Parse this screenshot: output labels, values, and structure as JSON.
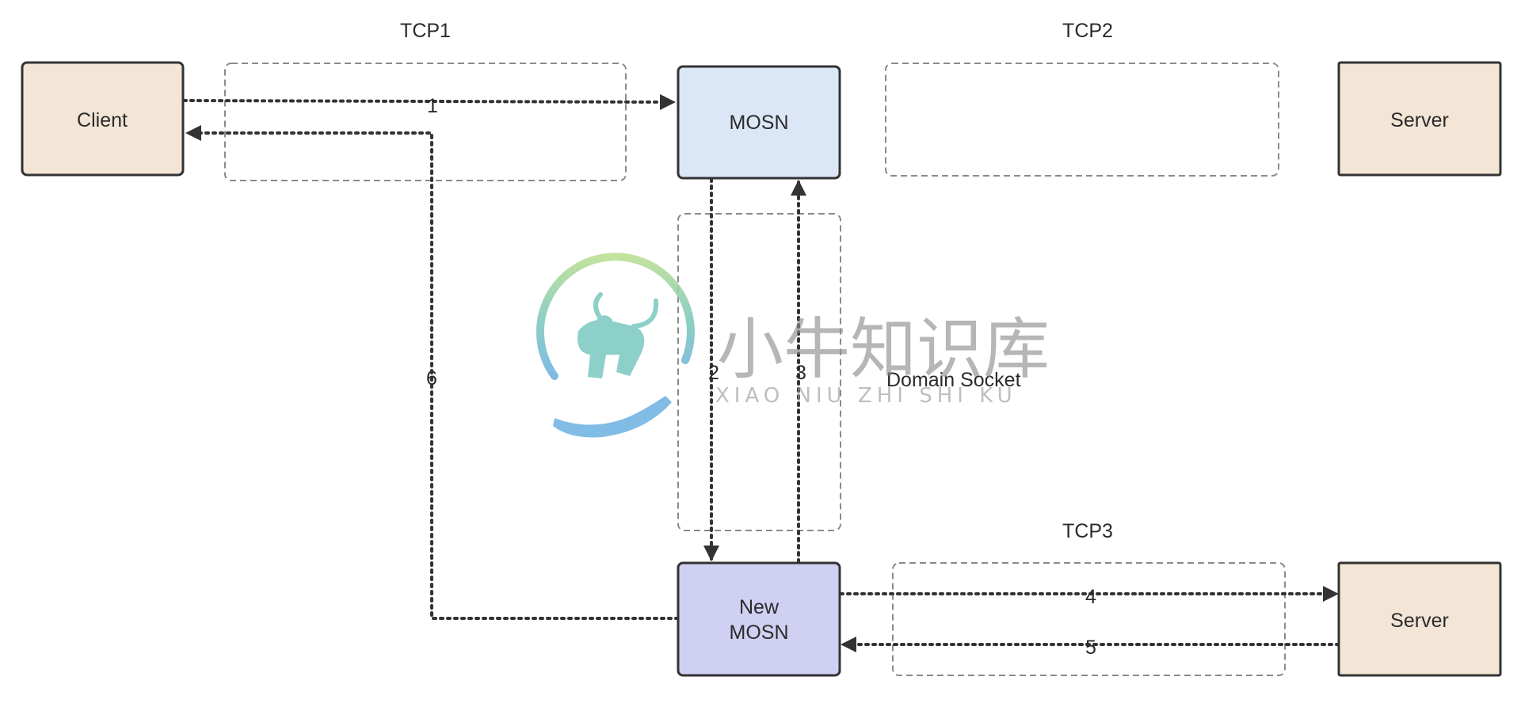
{
  "colors": {
    "client_fill": "#f3e6d6",
    "server_fill": "#f3e6d6",
    "mosn_fill": "#dbe6f6",
    "new_mosn_fill": "#cfd0f2",
    "node_stroke": "#333333",
    "group_stroke": "#8a8a8a",
    "edge_stroke": "#333333"
  },
  "nodes": {
    "client": {
      "label": "Client"
    },
    "mosn": {
      "label": "MOSN"
    },
    "server_top": {
      "label": "Server"
    },
    "new_mosn": {
      "line1": "New",
      "line2": "MOSN"
    },
    "server_bottom": {
      "label": "Server"
    }
  },
  "groups": {
    "tcp1": {
      "label": "TCP1"
    },
    "tcp2": {
      "label": "TCP2"
    },
    "tcp3": {
      "label": "TCP3"
    },
    "domain_socket": {
      "label": "Domain Socket"
    }
  },
  "edges": {
    "e1": {
      "label": "1"
    },
    "e2": {
      "label": "2"
    },
    "e3": {
      "label": "3"
    },
    "e4": {
      "label": "4"
    },
    "e5": {
      "label": "5"
    },
    "e6": {
      "label": "6"
    }
  },
  "watermark": {
    "title": "小牛知识库",
    "subtitle": "XIAO NIU ZHI SHI KU",
    "icon": "bull-logo-icon"
  }
}
